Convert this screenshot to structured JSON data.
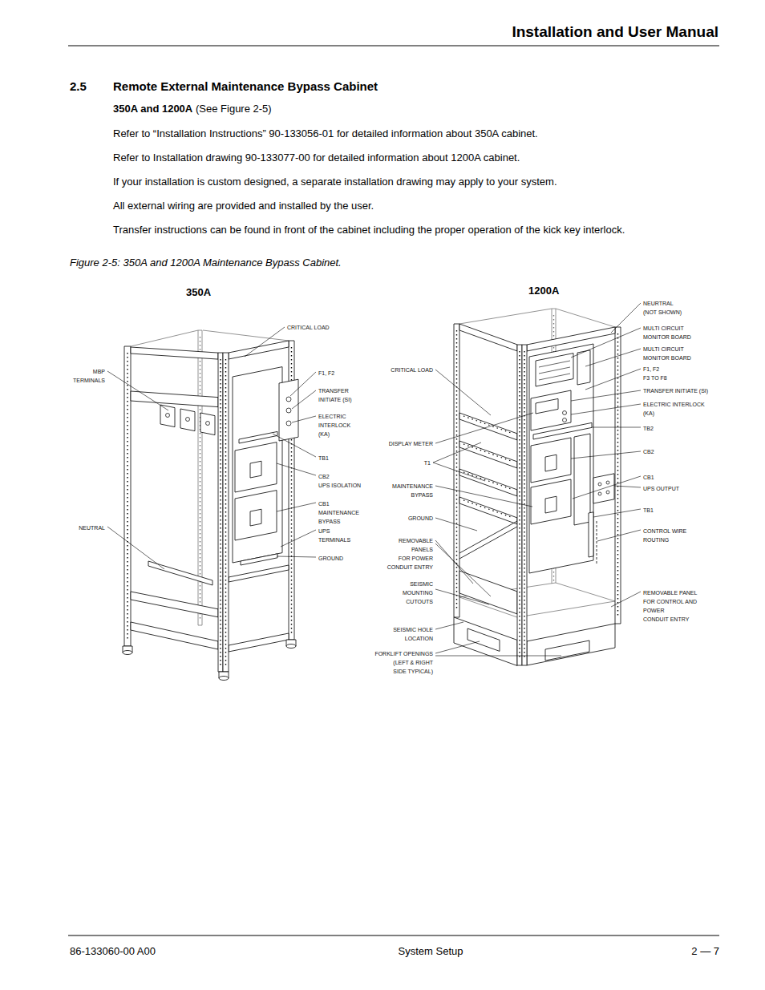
{
  "diagram": {
    "title": "Remote External Maintenance Bypass Cabinet",
    "caption": "Figure 2-5: 350A and 1200A Maintenance Bypass Cabinet.",
    "labels": [
      "Installation and User Manual",
      "2.5",
      "350A and 1200A",
      "(See Figure 2-5)",
      "Refer to “Installation Instructions” 90-133056-01 for detailed information about 350A cabinet.",
      "Refer to Installation drawing 90-133077-00 for detailed information about 1200A cabinet.",
      "If your installation is custom designed, a separate installation drawing may apply to your system.",
      "All external wiring are provided and installed by the user.",
      "Transfer instructions can be found in front of the cabinet including the proper operation of the kick key interlock.",
      "350A",
      "1200A",
      "CRITICAL LOAD",
      "MBP TERMINALS",
      "F1, F2",
      "TRANSFER INITIATE (SI)",
      "ELECTRIC INTERLOCK (KA)",
      "TB1",
      "CB2 UPS ISOLATION",
      "CB1 MAINTENANCE BYPASS",
      "UPS TERMINALS",
      "GROUND",
      "NEUTRAL",
      "CRITICAL LOAD",
      "DISPLAY METER",
      "T1",
      "MAINTENANCE BYPASS",
      "GROUND",
      "REMOVABLE PANELS FOR POWER CONDUIT ENTRY",
      "SEISMIC MOUNTING CUTOUTS",
      "SEISMIC HOLE LOCATION",
      "FORKLIFT OPENINGS (LEFT & RIGHT SIDE TYPICAL)",
      "NEURTRAL (NOT SHOWN)",
      "MULTI CIRCUIT MONITOR BOARD",
      "MULTI CIRCUIT MONITOR BOARD",
      "F1, F2 F3 TO F8",
      "TRANSFER INITIATE (SI)",
      "ELECTRIC INTERLOCK (KA)",
      "TB2",
      "CB2",
      "CB1",
      "UPS OUTPUT",
      "TB1",
      "CONTROL WIRE ROUTING",
      "REMOVABLE PANEL FOR CONTROL AND POWER CONDUIT ENTRY",
      "86-133060-00 A00",
      "System Setup",
      "2 — 7"
    ]
  }
}
